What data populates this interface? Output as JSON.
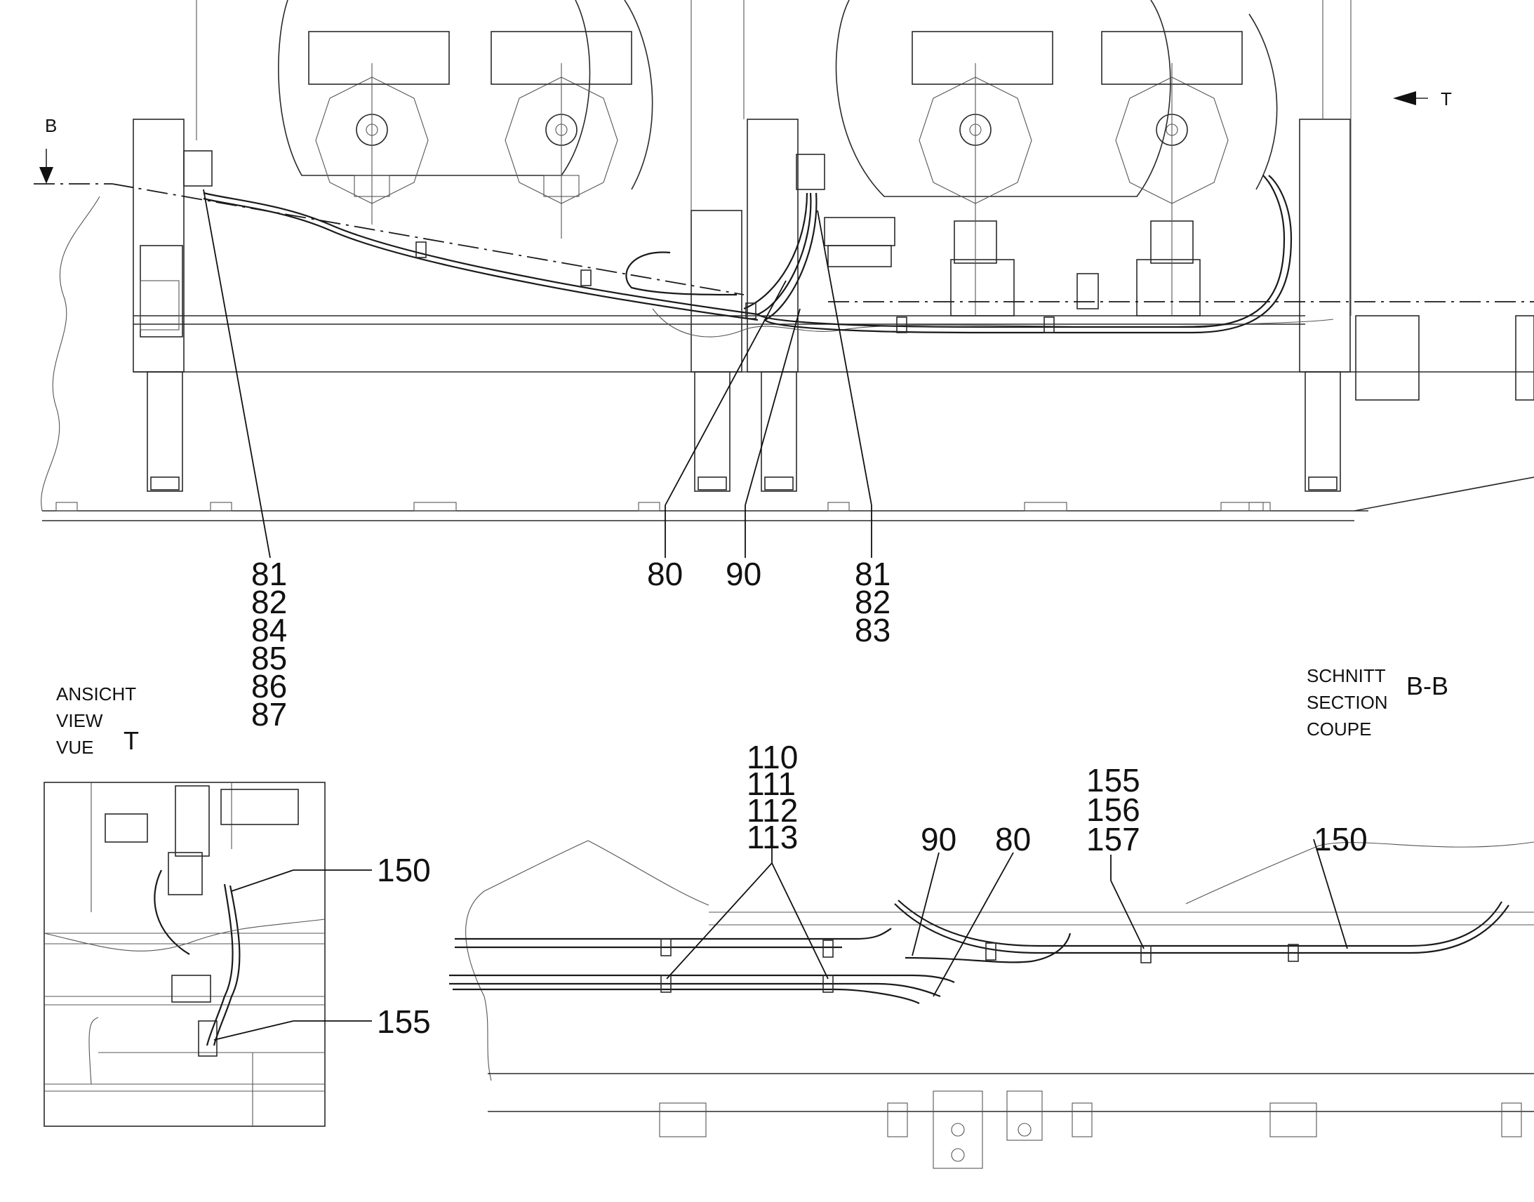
{
  "colors": {
    "ink": "#111111",
    "background": "#ffffff"
  },
  "top_view": {
    "section_marker_left": "B",
    "view_marker_right": "T",
    "callouts": {
      "left_group": [
        "81",
        "82",
        "84",
        "85",
        "86",
        "87"
      ],
      "center_a": "80",
      "center_b": "90",
      "right_group": [
        "81",
        "82",
        "83"
      ]
    }
  },
  "view_t": {
    "title_lines": [
      "ANSICHT",
      "VIEW",
      "VUE"
    ],
    "title_letter": "T",
    "callout_upper": "150",
    "callout_lower": "155"
  },
  "section_bb": {
    "title_lines": [
      "SCHNITT",
      "SECTION",
      "COUPE"
    ],
    "title_letter": "B-B",
    "callout_group_a": [
      "110",
      "111",
      "112",
      "113"
    ],
    "callout_90": "90",
    "callout_80": "80",
    "callout_group_b": [
      "155",
      "156",
      "157"
    ],
    "callout_150": "150"
  }
}
